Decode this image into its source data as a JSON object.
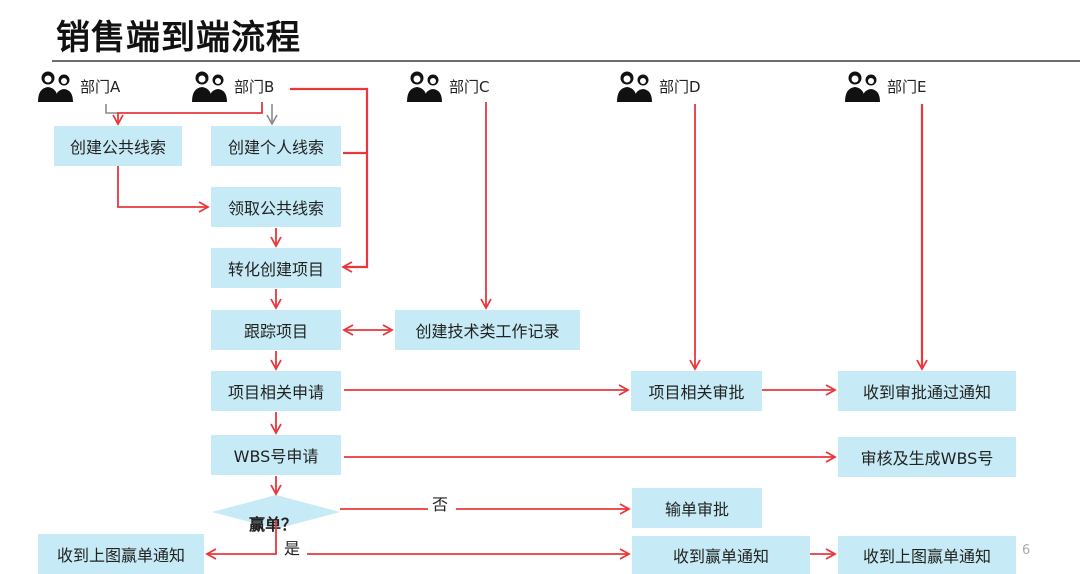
{
  "title": "销售端到端流程",
  "departments": [
    {
      "label": "部门A",
      "icon": "people-icon"
    },
    {
      "label": "部门B",
      "icon": "people-icon"
    },
    {
      "label": "部门C",
      "icon": "people-icon"
    },
    {
      "label": "部门D",
      "icon": "people-icon"
    },
    {
      "label": "部门E",
      "icon": "people-icon"
    }
  ],
  "nodes": {
    "create_public_lead": "创建公共线索",
    "create_personal_lead": "创建个人线索",
    "claim_public_lead": "领取公共线索",
    "convert_create_project": "转化创建项目",
    "track_project": "跟踪项目",
    "create_tech_record": "创建技术类工作记录",
    "project_application": "项目相关申请",
    "project_approval": "项目相关审批",
    "receive_approval_notice": "收到审批通过通知",
    "wbs_application": "WBS号申请",
    "review_generate_wbs": "审核及生成WBS号",
    "win_decision": "赢单？",
    "loss_approval": "输单审批",
    "receive_win_notice_left": "收到上图赢单通知",
    "receive_win_notice": "收到赢单通知",
    "receive_win_notice_right": "收到上图赢单通知"
  },
  "edge_labels": {
    "no": "否",
    "yes": "是"
  },
  "colors": {
    "arrow": "#e8373d",
    "arrow_gray": "#8a8a8a",
    "box_fill": "#c6ebf6"
  },
  "page_number": "6"
}
